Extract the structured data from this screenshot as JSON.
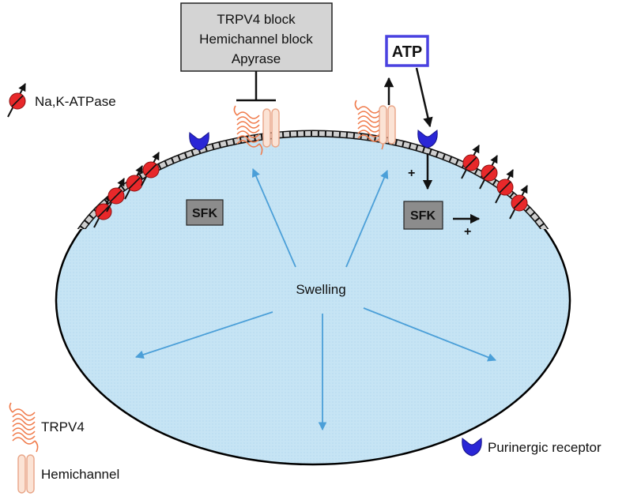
{
  "block_box": {
    "line1": "TRPV4 block",
    "line2": "Hemichannel block",
    "line3": "Apyrase"
  },
  "atp_label": "ATP",
  "center_label": "Swelling",
  "sfk_left": "SFK",
  "sfk_right": "SFK",
  "plus_sign": "+",
  "legend": {
    "na_k_atpase": "Na,K-ATPase",
    "trpv4": "TRPV4",
    "hemichannel": "Hemichannel",
    "purinergic": "Purinergic receptor"
  },
  "colors": {
    "cell_fill": "#c9e6f5",
    "swell_arrow": "#4b9fd8",
    "pump_red": "#e8282a",
    "trpv4_orange": "#f07a4a",
    "hemi_fill": "#fbe3d5",
    "receptor_blue": "#2a26d6",
    "atp_box": "#4a42e0",
    "sfk_box": "#8c8c8c",
    "block_box": "#d4d4d4"
  }
}
